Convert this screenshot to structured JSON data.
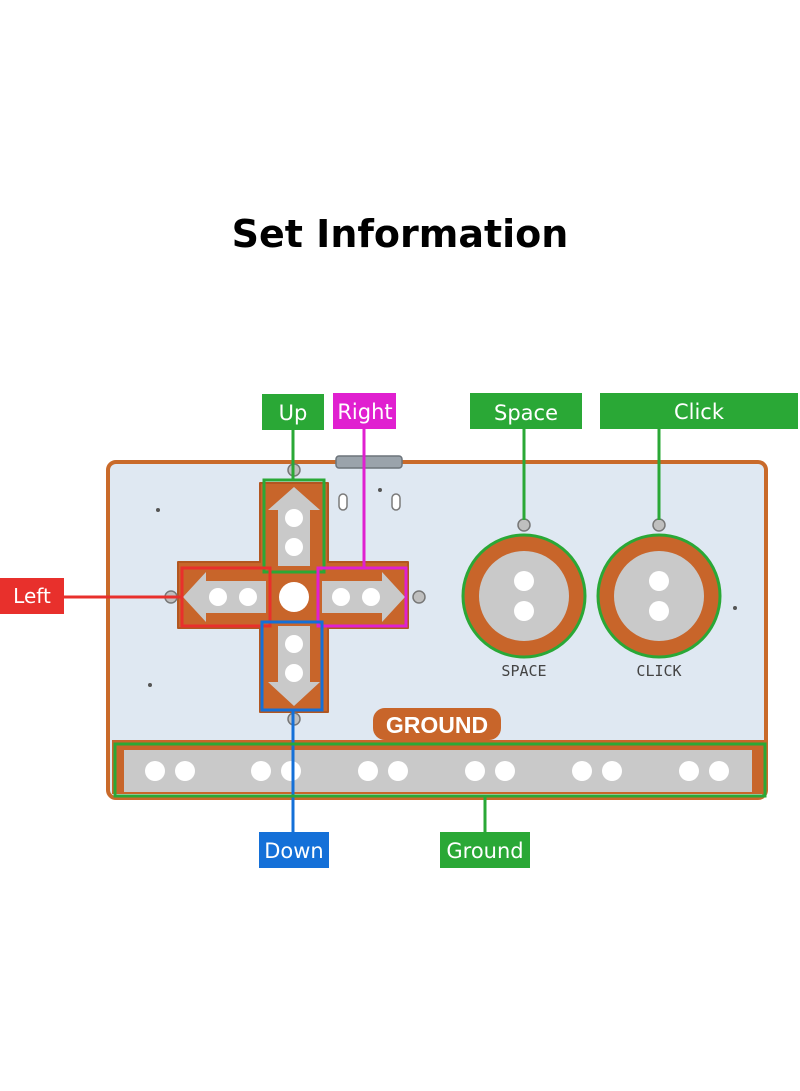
{
  "title": "Set Information",
  "board": {
    "silkscreen_ground": "GROUND",
    "silkscreen_space": "SPACE",
    "silkscreen_click": "CLICK"
  },
  "callouts": {
    "up": "Up",
    "right": "Right",
    "space": "Space",
    "click": "Click",
    "left": "Left",
    "down": "Down",
    "ground": "Ground"
  },
  "colors": {
    "board_fill": "#dfe8f2",
    "board_border": "#c96a2a",
    "copper": "#c8652a",
    "pad_gray": "#c9c9c9",
    "hole": "#ffffff",
    "green": "#2aa836",
    "magenta": "#e020d0",
    "red": "#e8302c",
    "blue": "#1470d8"
  }
}
